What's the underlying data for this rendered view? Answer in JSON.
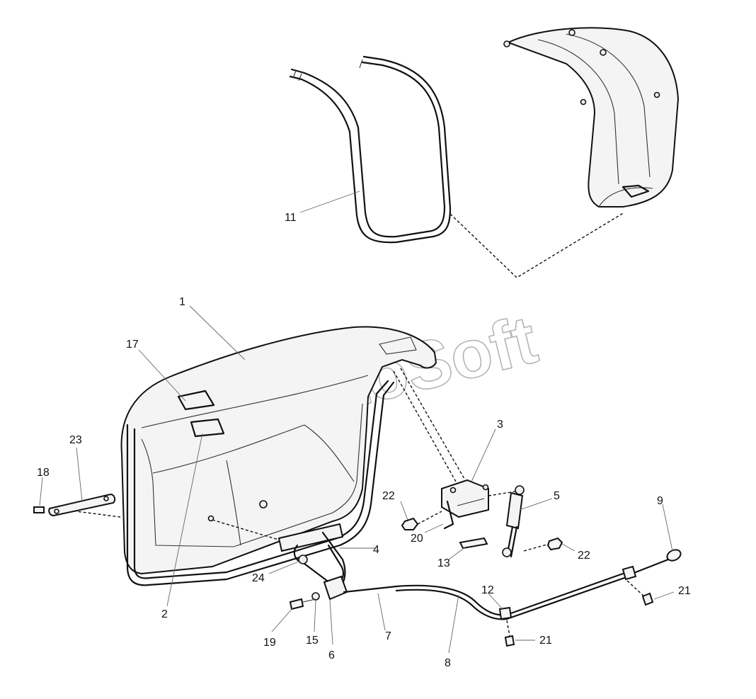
{
  "watermark": "AutoSoft",
  "callouts": {
    "c1": "1",
    "c2": "2",
    "c3": "3",
    "c4": "4",
    "c5": "5",
    "c6": "6",
    "c7": "7",
    "c8": "8",
    "c9": "9",
    "c11": "11",
    "c12": "12",
    "c13": "13",
    "c15": "15",
    "c17": "17",
    "c18": "18",
    "c19": "19",
    "c20": "20",
    "c21a": "21",
    "c21b": "21",
    "c22a": "22",
    "c22b": "22",
    "c23": "23",
    "c24": "24"
  }
}
